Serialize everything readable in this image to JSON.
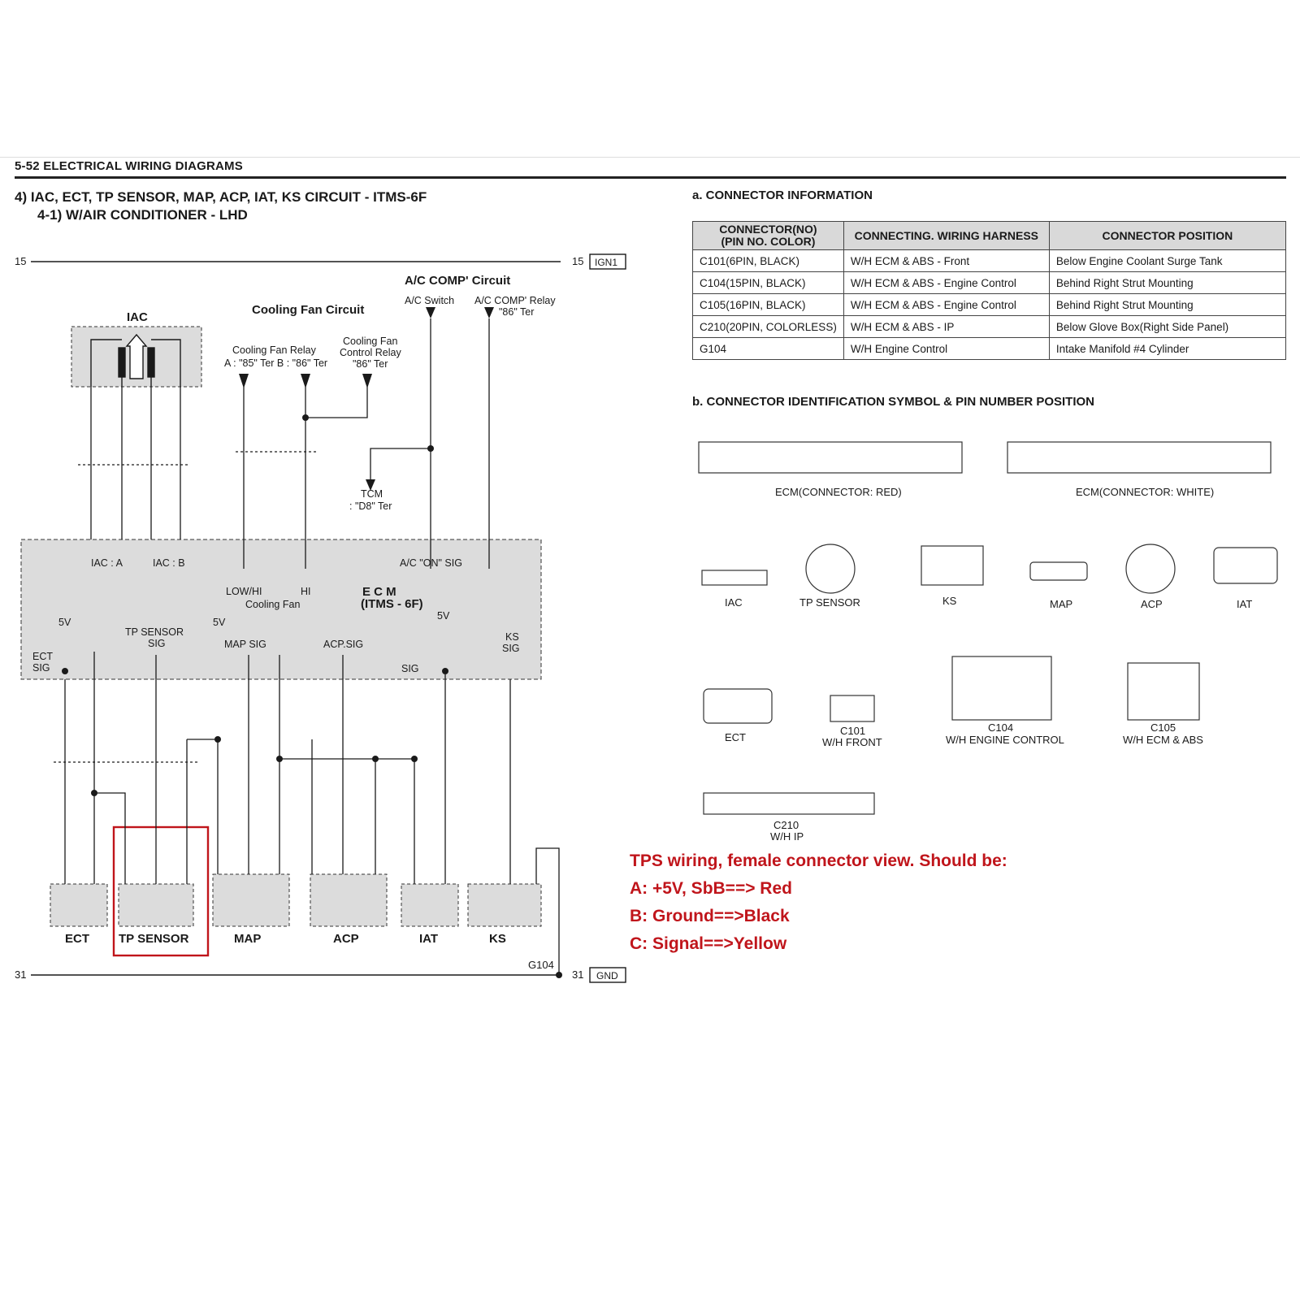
{
  "header": {
    "section": "5-52  ELECTRICAL WIRING DIAGRAMS",
    "title_line1": "4) IAC, ECT, TP SENSOR, MAP, ACP, IAT, KS CIRCUIT - ITMS-6F",
    "title_line2": "4-1) W/AIR CONDITIONER - LHD"
  },
  "connector_info": {
    "heading": "a. CONNECTOR INFORMATION",
    "columns": [
      "CONNECTOR(NO)\n(PIN NO. COLOR)",
      "CONNECTING. WIRING HARNESS",
      "CONNECTOR POSITION"
    ],
    "rows": [
      [
        "C101(6PIN, BLACK)",
        "W/H ECM & ABS - Front",
        "Below Engine Coolant Surge Tank"
      ],
      [
        "C104(15PIN, BLACK)",
        "W/H ECM & ABS - Engine Control",
        "Behind Right Strut Mounting"
      ],
      [
        "C105(16PIN, BLACK)",
        "W/H ECM & ABS - Engine Control",
        "Behind Right Strut Mounting"
      ],
      [
        "C210(20PIN, COLORLESS)",
        "W/H ECM & ABS - IP",
        "Below Glove Box(Right Side Panel)"
      ],
      [
        "G104",
        "W/H Engine Control",
        "Intake Manifold #4 Cylinder"
      ]
    ]
  },
  "connector_id": {
    "heading": "b. CONNECTOR IDENTIFICATION SYMBOL & PIN NUMBER POSITION",
    "ecm_red": "ECM(CONNECTOR: RED)",
    "ecm_white": "ECM(CONNECTOR: WHITE)",
    "labels": {
      "iac": "IAC",
      "tp": "TP SENSOR",
      "ks": "KS",
      "map": "MAP",
      "acp": "ACP",
      "iat": "IAT",
      "ect": "ECT",
      "c101": "C101",
      "c101_sub": "W/H FRONT",
      "c104": "C104",
      "c104_sub": "W/H ENGINE CONTROL",
      "c105": "C105",
      "c105_sub": "W/H ECM & ABS",
      "c210": "C210",
      "c210_sub": "W/H IP"
    }
  },
  "note": {
    "line1": "TPS wiring, female connector view. Should be:",
    "line2": "A: +5V, SbB==> Red",
    "line3": "B: Ground==>Black",
    "line4": "C: Signal==>Yellow",
    "color": "#c0151b"
  },
  "schematic": {
    "ign_left": "15",
    "ign_right": "15",
    "ign_tag": "IGN1",
    "gnd_left": "31",
    "gnd_right": "31",
    "gnd_tag": "GND",
    "g104": "G104",
    "ac_comp_circuit": "A/C COMP' Circuit",
    "ac_switch": "A/C Switch",
    "ac_comp_relay": "A/C COMP' Relay",
    "ac_comp_relay_ter": "\"86\" Ter",
    "cooling_fan_circuit": "Cooling Fan Circuit",
    "cf_relay": "Cooling Fan Relay",
    "cf_relay_ter": "A : \"85\" Ter   B : \"86\" Ter",
    "cf_ctrl_relay1": "Cooling Fan",
    "cf_ctrl_relay2": "Control Relay",
    "cf_ctrl_relay3": "\"86\" Ter",
    "tcm1": "TCM",
    "tcm2": ": \"D8\" Ter",
    "iac": "IAC",
    "ecm1": "E  C  M",
    "ecm2": "(ITMS - 6F)",
    "ac_on_sig": "A/C \"ON\" SIG",
    "low_hi": "LOW/HI",
    "hi": "HI",
    "cooling_fan": "Cooling Fan",
    "iac_a": "IAC : A",
    "iac_b": "IAC : B",
    "tp_sensor_sig1": "TP SENSOR",
    "tp_sensor_sig2": "SIG",
    "map_sig": "MAP SIG",
    "acp_sig": "ACP.SIG",
    "ks_sig1": "KS",
    "ks_sig2": "SIG",
    "ect_sig1": "ECT",
    "ect_sig2": "SIG",
    "sig": "SIG",
    "five_v": "5V",
    "sensors": [
      "ECT",
      "TP SENSOR",
      "MAP",
      "ACP",
      "IAT",
      "KS"
    ]
  }
}
